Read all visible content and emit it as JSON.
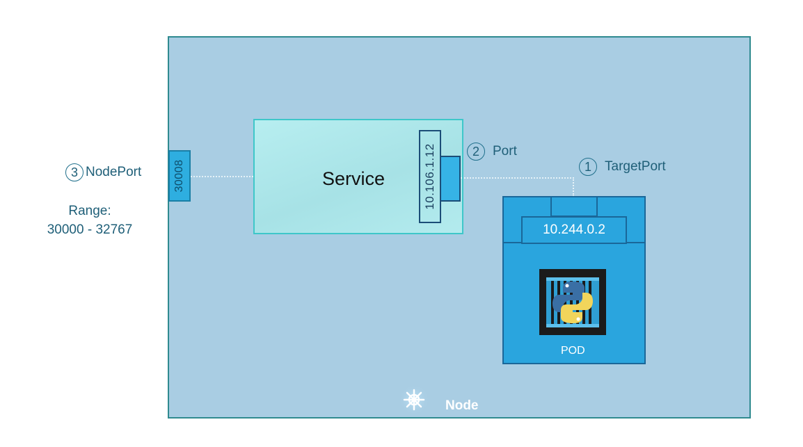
{
  "nodeport_callout": {
    "number": "3",
    "label": "NodePort"
  },
  "range": {
    "title": "Range:",
    "values": "30000 - 32767"
  },
  "nodeport_value": "30008",
  "service": {
    "label": "Service",
    "ip": "10.106.1.12"
  },
  "port_callout": {
    "number": "2",
    "label": "Port"
  },
  "targetport_callout": {
    "number": "1",
    "label": "TargetPort"
  },
  "pod": {
    "ip": "10.244.0.2",
    "label": "POD"
  },
  "node": {
    "label": "Node"
  },
  "icons": {
    "python": "python-logo-icon",
    "container": "container-icon",
    "kubernetes": "kubernetes-helm-icon"
  },
  "colors": {
    "node_bg": "#a9cde3",
    "node_border": "#2f8a8f",
    "service_bg": "#b0e8eb",
    "pod_bg": "#2aa5de",
    "callout_text": "#1f5f78"
  }
}
